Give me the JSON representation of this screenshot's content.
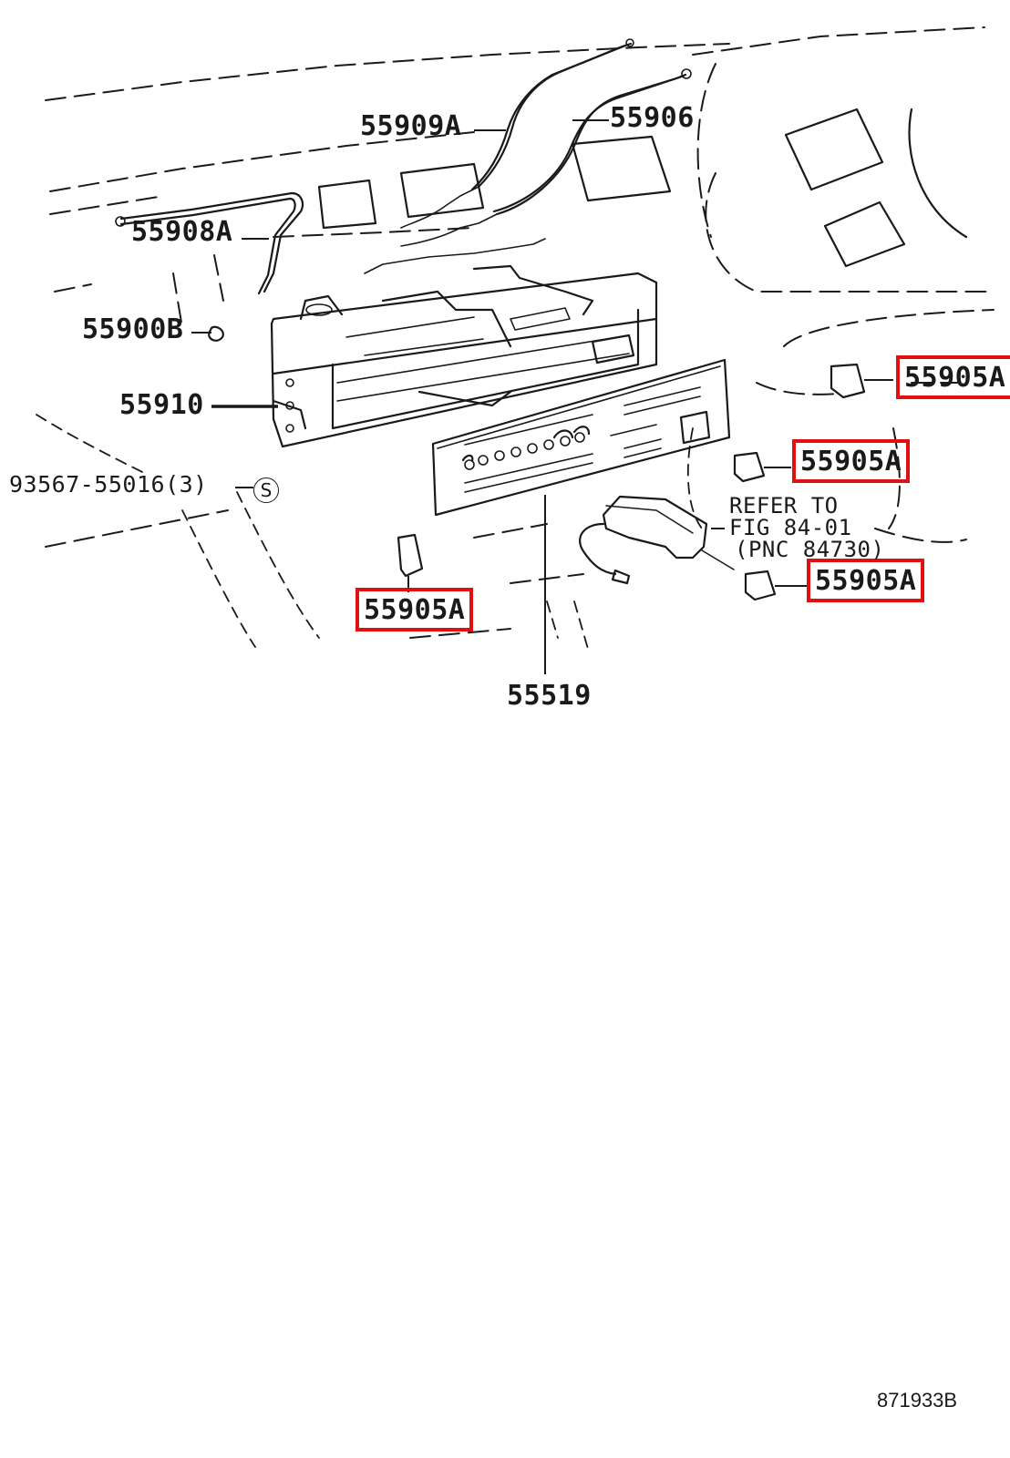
{
  "parts": {
    "p55909a": "55909A",
    "p55906": "55906",
    "p55908a": "55908A",
    "p55900b": "55900B",
    "p55910": "55910",
    "screw": "93567-55016(3)",
    "screw_symbol": "S",
    "knob_right_top": "55905A",
    "knob_middle": "55905A",
    "knob_right_bottom": "55905A",
    "knob_left": "55905A",
    "p55519": "55519"
  },
  "reference": {
    "line1": "REFER TO",
    "line2": "FIG 84-01",
    "line3": "(PNC 84730)"
  },
  "diagram_code": "871933B",
  "colors": {
    "highlight": "#e01010",
    "line": "#1a1a1a"
  }
}
